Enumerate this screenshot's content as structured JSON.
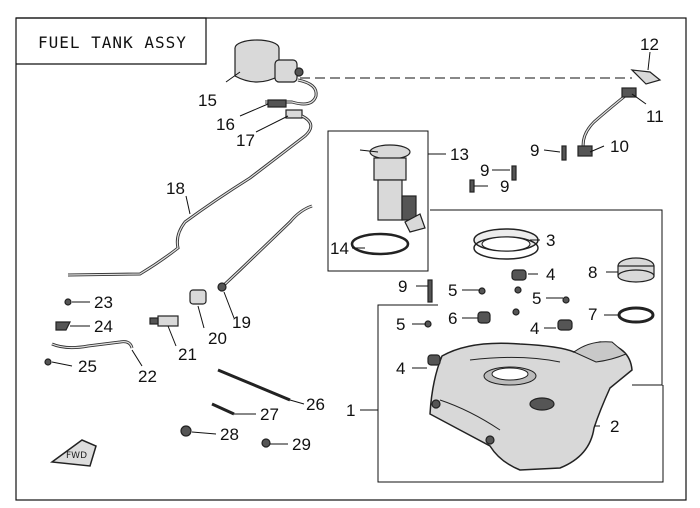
{
  "title": "FUEL TANK ASSY",
  "callouts": [
    "1",
    "2",
    "3",
    "4",
    "4",
    "4",
    "5",
    "5",
    "5",
    "6",
    "7",
    "8",
    "9",
    "9",
    "9",
    "9",
    "10",
    "11",
    "12",
    "13",
    "14",
    "15",
    "16",
    "17",
    "18",
    "19",
    "20",
    "21",
    "22",
    "23",
    "24",
    "25",
    "26",
    "27",
    "28",
    "29"
  ],
  "arrow_label": "FWD"
}
